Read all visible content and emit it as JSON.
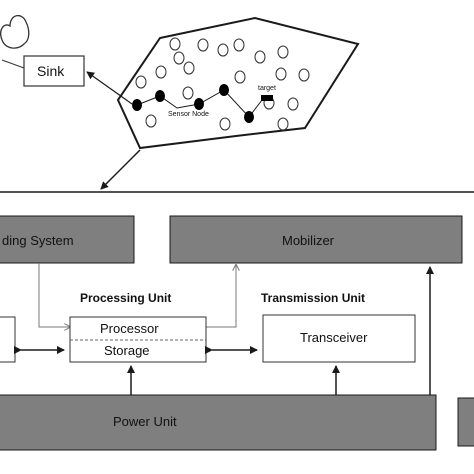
{
  "network": {
    "sink_label": "Sink",
    "sensor_node_label": "Sensor Node",
    "target_label": "target"
  },
  "architecture": {
    "sensing_system_label": "ding System",
    "mobilizer_label": "Mobilizer",
    "processing_unit_heading": "Processing Unit",
    "processor_label": "Processor",
    "storage_label": "Storage",
    "transmission_unit_heading": "Transmission Unit",
    "transceiver_label": "Transceiver",
    "power_unit_label": "Power Unit"
  },
  "colors": {
    "dark_box_fill": "#7f7f7f",
    "line": "#1a1a1a",
    "thin_arrow": "#777777",
    "sensor_node_fill": "#000000"
  }
}
